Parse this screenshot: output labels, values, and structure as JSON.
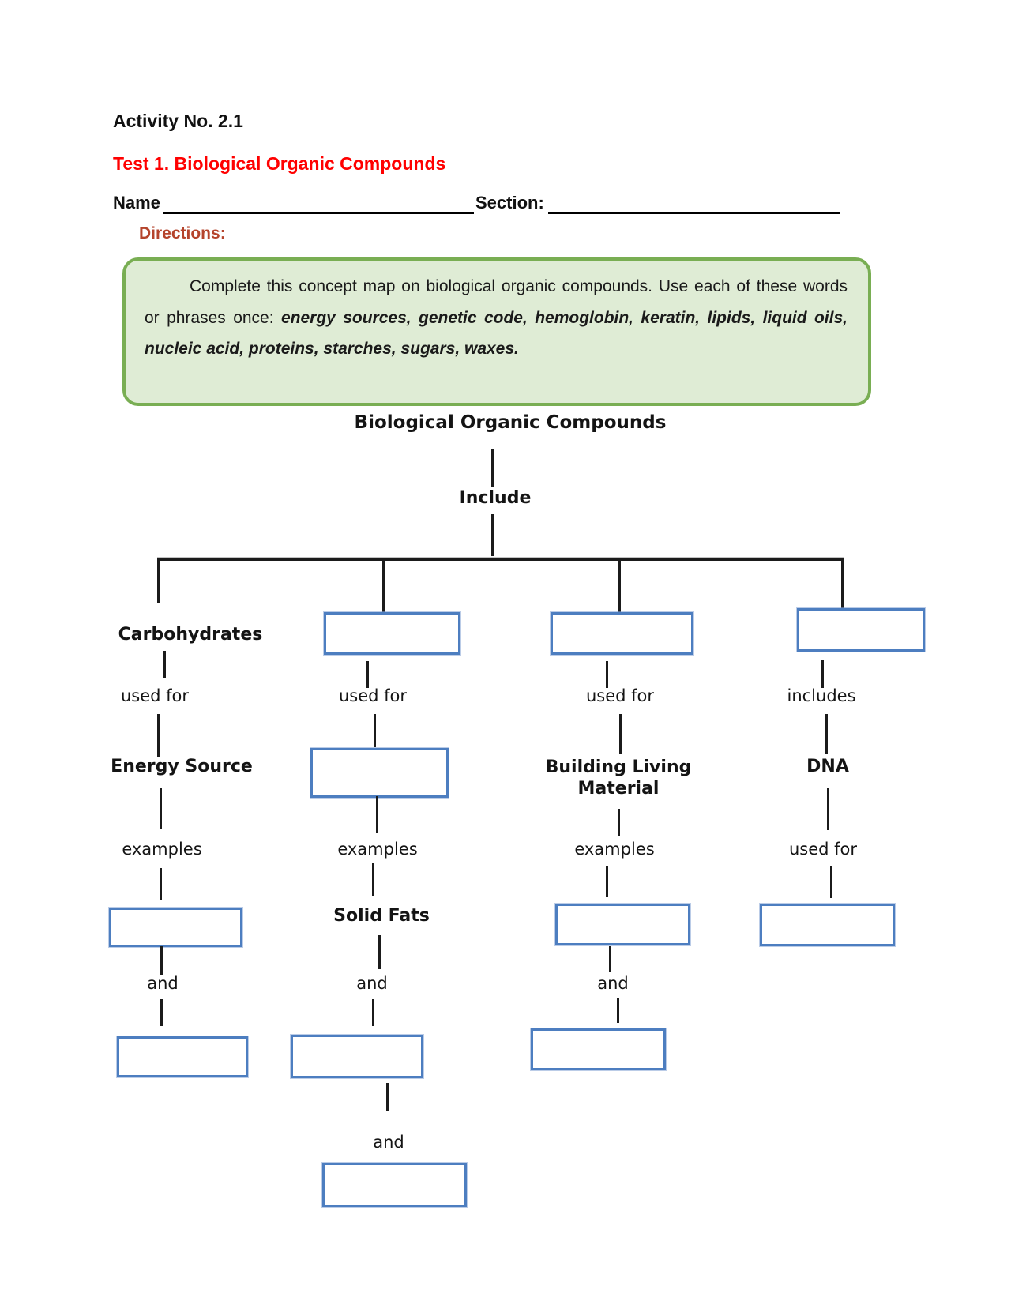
{
  "header": {
    "activity_title": "Activity No. 2.1",
    "test_title": "Test 1. Biological Organic Compounds",
    "name_label": "Name",
    "section_label": "Section:",
    "directions_label": "Directions:",
    "directions_intro": "Complete this concept map on biological organic compounds. Use each of these words or phrases once: ",
    "directions_word_list": "energy sources, genetic code, hemoglobin, keratin, lipids, liquid oils, nucleic acid, proteins, starches, sugars, waxes."
  },
  "concept_map": {
    "root_label": "Biological Organic Compounds",
    "include_label": "Include",
    "columns": [
      {
        "branch_label": "Carbohydrates",
        "relation1": "used for",
        "purpose_label": "Energy Source",
        "relation2": "examples",
        "and_label": "and"
      },
      {
        "relation1": "used for",
        "relation2": "examples",
        "example1_label": "Solid Fats",
        "and1_label": "and",
        "and2_label": "and"
      },
      {
        "relation1": "used for",
        "purpose_label": "Building Living Material",
        "relation2": "examples",
        "and_label": "and"
      },
      {
        "relation1": "includes",
        "node_label": "DNA",
        "relation2": "used for"
      }
    ]
  },
  "colors": {
    "test_title_red": "#ff0000",
    "directions_label_red": "#b5442c",
    "directions_border_green": "#79ae53",
    "directions_fill_green": "#dfecd5",
    "answer_box_blue": "#4d7ec0",
    "connector_black": "#1b1b1b"
  }
}
